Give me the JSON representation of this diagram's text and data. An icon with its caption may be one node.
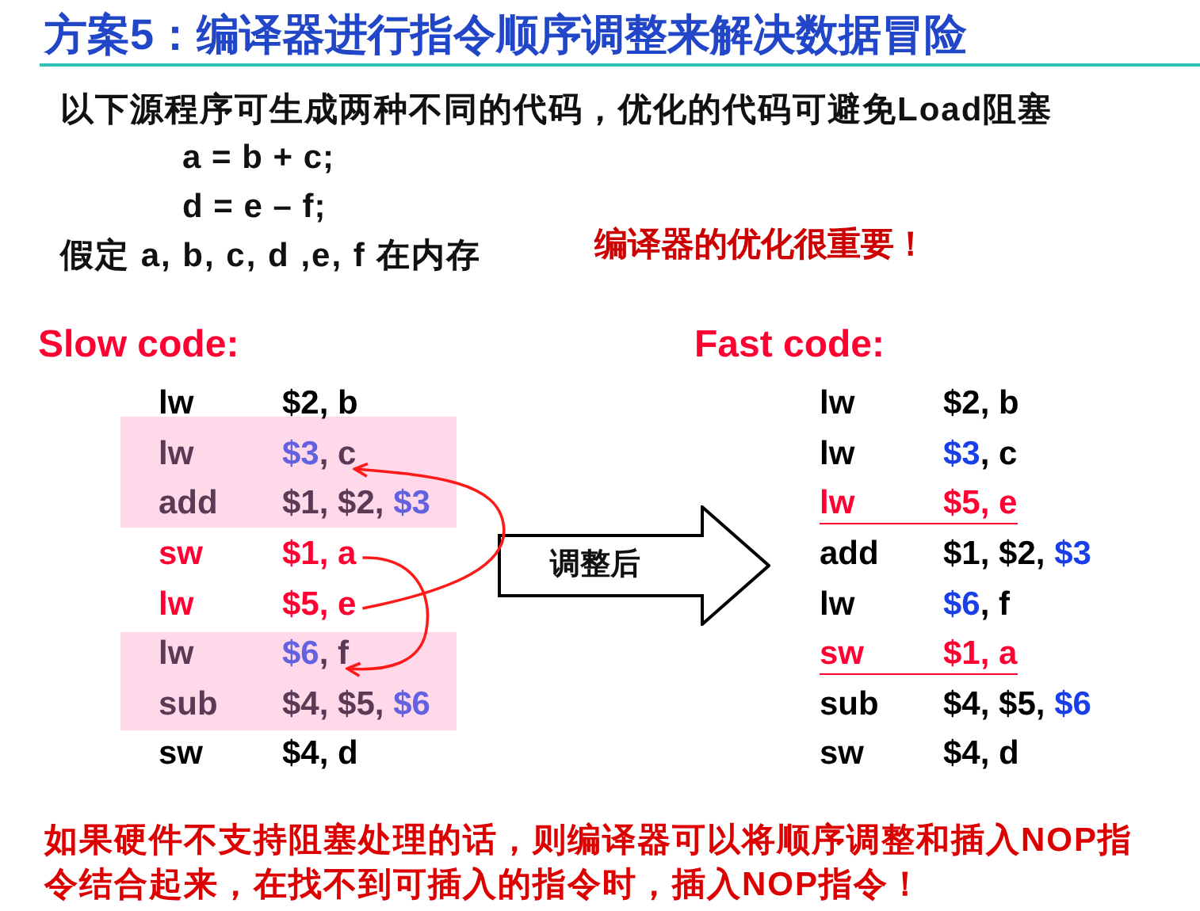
{
  "diagram": {
    "title": "方案5：编译器进行指令顺序调整来解决数据冒险",
    "nodes": [
      {
        "text": [
          "lw",
          "$2, b"
        ]
      },
      {
        "text": [],
        "shape": "box"
      },
      {
        "text": [
          "lw",
          "$3, c"
        ],
        "in": 1
      },
      {
        "text": [
          "add",
          "$1, $2, $3"
        ],
        "in": 1
      },
      {
        "text": [
          "sw",
          "$1, a"
        ]
      },
      {
        "text": [
          "lw",
          "$5, e"
        ]
      },
      {
        "text": [],
        "shape": "box"
      },
      {
        "text": [
          "lw",
          "$6, f"
        ],
        "in": 6
      },
      {
        "text": [
          "sub",
          "$4, $5, $6"
        ],
        "in": 6
      },
      {
        "text": [
          "sw",
          "$4, d"
        ]
      },
      {
        "text": [
          "调整后"
        ]
      },
      {
        "text": [
          "lw",
          "$2, b"
        ]
      },
      {
        "text": [
          "lw",
          "$3, c"
        ]
      },
      {
        "text": [
          "lw",
          "$5, e"
        ]
      },
      {
        "text": [
          "add",
          "$1, $2, $3"
        ]
      },
      {
        "text": [
          "lw",
          "$6, f"
        ]
      },
      {
        "text": [
          "sw",
          "$1, a"
        ]
      },
      {
        "text": [
          "sub",
          "$4, $5, $6"
        ]
      },
      {
        "text": [
          "sw",
          "$4, d"
        ]
      }
    ],
    "edges": [
      {
        "from": 5,
        "to": 2,
        "arrow": "to"
      },
      {
        "from": 4,
        "to": 7,
        "arrow": "to"
      }
    ],
    "labels": [
      "以下源程序可生成两种不同的代码，优化的代码可避免Load阻塞",
      "a = b + c;",
      "d = e – f;",
      "假定 a, b, c, d ,e, f 在内存",
      "编译器的优化很重要！",
      "Slow code:",
      "Fast code:",
      "如果硬件不支持阻塞处理的话，则编译器可以将顺序调整和插入NOP指令结合起来，在找不到可插入的指令时，插入NOP指令！"
    ]
  }
}
